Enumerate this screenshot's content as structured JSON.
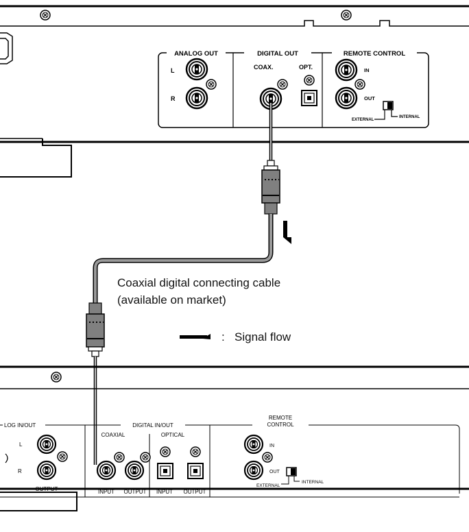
{
  "top_unit": {
    "analog_out": {
      "title": "ANALOG OUT",
      "left": "L",
      "right": "R"
    },
    "digital_out": {
      "title": "DIGITAL OUT",
      "coax": "COAX.",
      "opt": "OPT."
    },
    "remote_control": {
      "title": "REMOTE CONTROL",
      "in": "IN",
      "out": "OUT",
      "external": "EXTERNAL",
      "internal": "INTERNAL"
    }
  },
  "cable": {
    "label_line1": "Coaxial digital connecting cable",
    "label_line2": "(available on market)"
  },
  "legend": {
    "separator": ":",
    "text": "Signal flow"
  },
  "bottom_unit": {
    "analog_inout": {
      "title": "LOG IN/OUT",
      "left": "L",
      "right": "R",
      "output": "OUTPUT"
    },
    "digital_inout": {
      "title": "DIGITAL IN/OUT",
      "coaxial": "COAXIAL",
      "optical": "OPTICAL",
      "coax_input": "INPUT",
      "coax_output": "OUTPUT",
      "opt_input": "INPUT",
      "opt_output": "OUTPUT"
    },
    "remote_control": {
      "title_line1": "REMOTE",
      "title_line2": "CONTROL",
      "in": "IN",
      "out": "OUT",
      "external": "EXTERNAL",
      "internal": "INTERNAL"
    }
  }
}
